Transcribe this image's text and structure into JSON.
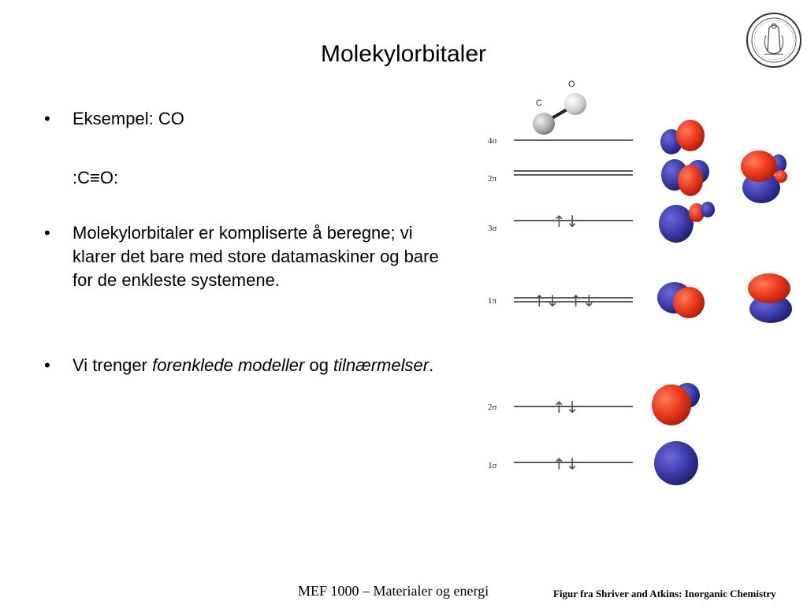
{
  "slide": {
    "title": "Molekylorbitaler",
    "bullets": [
      {
        "marker": "•",
        "text": "Eksempel: CO"
      },
      {
        "marker": "•",
        "text": "Molekylorbitaler er kompliserte å beregne; vi klarer det bare med store datamaskiner og bare for de enkleste systemene."
      },
      {
        "marker": "•",
        "parts": [
          "Vi trenger ",
          "forenklede modeller",
          " og ",
          "tilnærmelser",
          "."
        ]
      }
    ],
    "formula": {
      "left": ":C",
      "bond": "≡",
      "right": "O:"
    }
  },
  "diagram": {
    "atoms": {
      "carbon": "C",
      "oxygen": "O"
    },
    "levels": [
      {
        "label": "4σ",
        "lines": 1,
        "electrons": ""
      },
      {
        "label": "2π",
        "lines": 2,
        "electrons": ""
      },
      {
        "label": "3σ",
        "lines": 1,
        "electrons": "↑↓"
      },
      {
        "label": "1π",
        "lines": 2,
        "electrons": "↑↓  ↑↓"
      },
      {
        "label": "2σ",
        "lines": 1,
        "electrons": "↑↓"
      },
      {
        "label": "1σ",
        "lines": 1,
        "electrons": "↑↓"
      }
    ],
    "colors": {
      "positive_lobe": "#e8361a",
      "negative_lobe": "#3a3aa8",
      "level_line": "#222222"
    }
  },
  "footer": {
    "course": "MEF 1000 – Materialer og energi",
    "source": "Figur fra Shriver and Atkins: Inorganic Chemistry"
  }
}
